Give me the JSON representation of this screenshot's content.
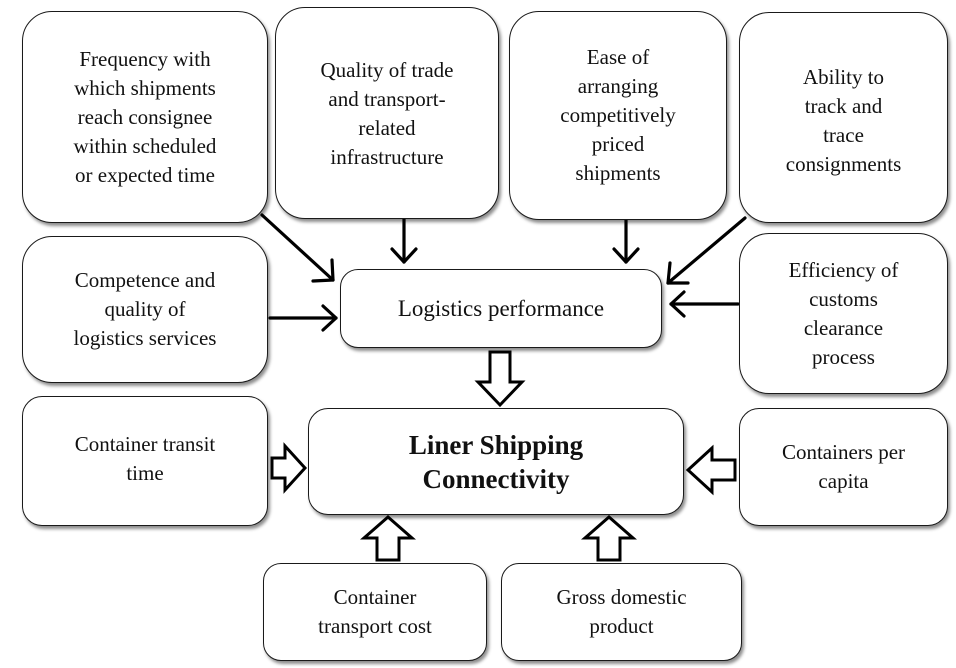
{
  "top_boxes": [
    {
      "lines": [
        "Frequency with",
        "which shipments",
        "reach consignee",
        "within scheduled",
        "or expected time"
      ]
    },
    {
      "lines": [
        "Quality of trade",
        "and transport-",
        "related",
        "infrastructure"
      ]
    },
    {
      "lines": [
        "Ease of",
        "arranging",
        "competitively",
        "priced",
        "shipments"
      ]
    },
    {
      "lines": [
        "Ability to",
        "track and",
        "trace",
        "consignments"
      ]
    }
  ],
  "left_mid_box": {
    "lines": [
      "Competence and",
      "quality of",
      "logistics services"
    ]
  },
  "right_mid_box": {
    "lines": [
      "Efficiency of",
      "customs",
      "clearance",
      "process"
    ]
  },
  "logistics_performance": "Logistics performance",
  "liner_shipping": {
    "lines": [
      "Liner Shipping",
      "Connectivity"
    ]
  },
  "left_low_box": {
    "lines": [
      "Container transit",
      "time"
    ]
  },
  "right_low_box": {
    "lines": [
      "Containers per",
      "capita"
    ]
  },
  "bottom_boxes": [
    {
      "lines": [
        "Container",
        "transport cost"
      ]
    },
    {
      "lines": [
        "Gross domestic",
        "product"
      ]
    }
  ]
}
